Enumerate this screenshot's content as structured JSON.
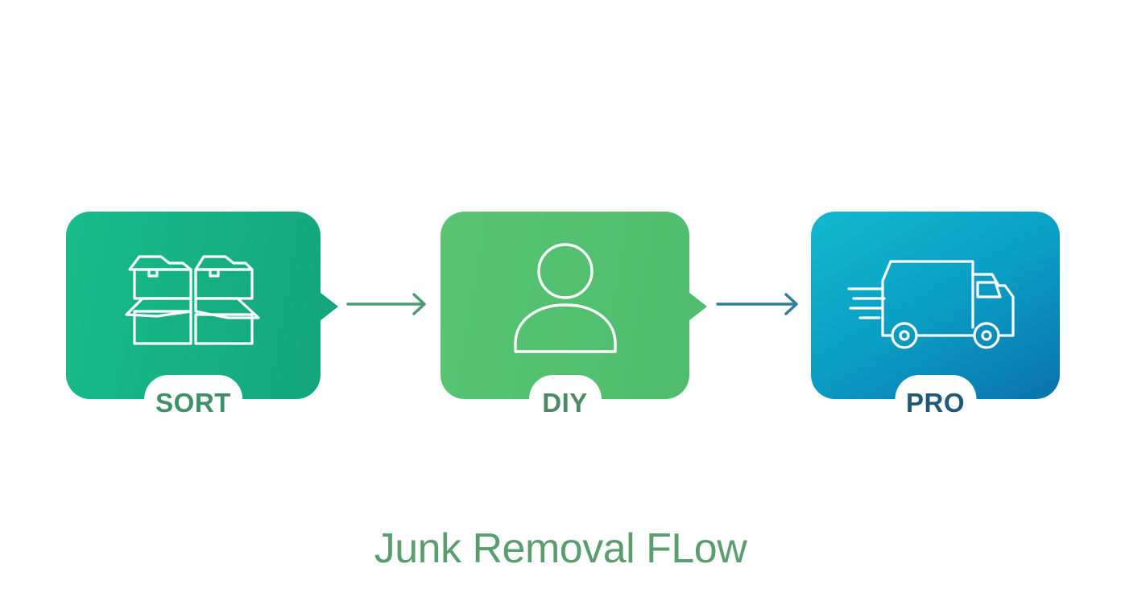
{
  "diagram": {
    "title": "Junk Removal FLow",
    "steps": [
      {
        "id": "sort",
        "label": "SORT",
        "icon": "open-boxes-icon"
      },
      {
        "id": "diy",
        "label": "DIY",
        "icon": "person-icon"
      },
      {
        "id": "pro",
        "label": "PRO",
        "icon": "delivery-truck-icon"
      }
    ],
    "connectors": [
      {
        "from": "sort",
        "to": "diy",
        "color": "#4a9a72"
      },
      {
        "from": "diy",
        "to": "pro",
        "color": "#2e7f9c"
      }
    ]
  },
  "colors": {
    "sort": "#18b388",
    "diy": "#55c171",
    "pro": "#0a9ec4",
    "title": "#5a9e6f"
  }
}
